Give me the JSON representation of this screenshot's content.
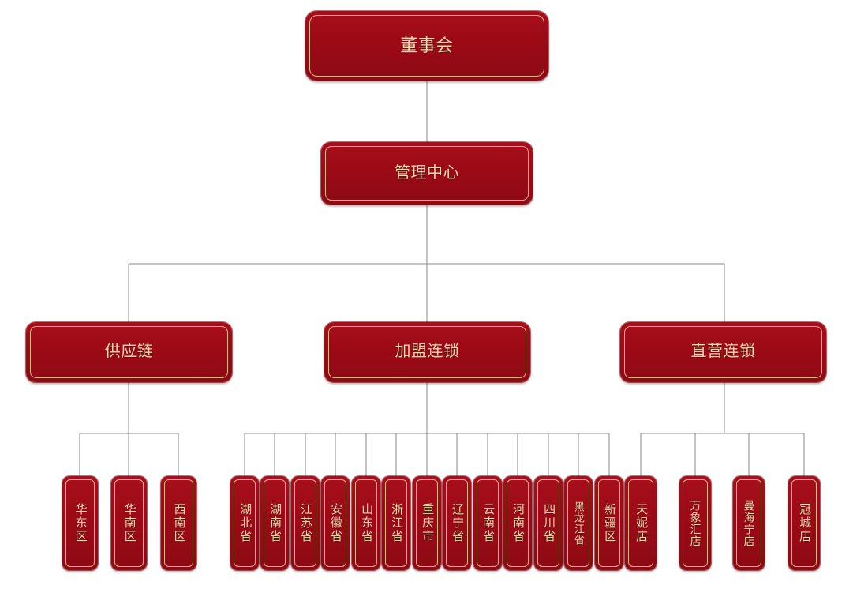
{
  "chart": {
    "type": "org-chart",
    "title": "",
    "orientation": "top-down",
    "palette": {
      "node_fill": "#9c0a16",
      "node_fill_light": "#a60f1b",
      "node_fill_dark": "#8d0a14",
      "inner_border": "#d9b886",
      "text": "#f0d8b0",
      "connector": "#8a8a8a",
      "background": "#ffffff"
    },
    "levels": [
      {
        "level": 1,
        "nodes": [
          {
            "id": "board",
            "label": "董事会"
          }
        ]
      },
      {
        "level": 2,
        "nodes": [
          {
            "id": "mgmt",
            "label": "管理中心",
            "parent": "board"
          }
        ]
      },
      {
        "level": 3,
        "nodes": [
          {
            "id": "supply",
            "label": "供应链",
            "parent": "mgmt"
          },
          {
            "id": "franchise",
            "label": "加盟连锁",
            "parent": "mgmt"
          },
          {
            "id": "direct",
            "label": "直营连锁",
            "parent": "mgmt"
          }
        ]
      },
      {
        "level": 4,
        "groups": [
          {
            "parent": "supply",
            "nodes": [
              {
                "id": "sc-1",
                "label": "华东区"
              },
              {
                "id": "sc-2",
                "label": "华南区"
              },
              {
                "id": "sc-3",
                "label": "西南区"
              }
            ]
          },
          {
            "parent": "franchise",
            "nodes": [
              {
                "id": "fr-1",
                "label": "湖北省"
              },
              {
                "id": "fr-2",
                "label": "湖南省"
              },
              {
                "id": "fr-3",
                "label": "江苏省"
              },
              {
                "id": "fr-4",
                "label": "安徽省"
              },
              {
                "id": "fr-5",
                "label": "山东省"
              },
              {
                "id": "fr-6",
                "label": "浙江省"
              },
              {
                "id": "fr-7",
                "label": "重庆市"
              },
              {
                "id": "fr-8",
                "label": "辽宁省"
              },
              {
                "id": "fr-9",
                "label": "云南省"
              },
              {
                "id": "fr-10",
                "label": "河南省"
              },
              {
                "id": "fr-11",
                "label": "四川省"
              },
              {
                "id": "fr-12",
                "label": "黑龙江省"
              },
              {
                "id": "fr-13",
                "label": "新疆区"
              }
            ]
          },
          {
            "parent": "direct",
            "nodes": [
              {
                "id": "dr-1",
                "label": "天妮店"
              },
              {
                "id": "dr-2",
                "label": "万象汇店"
              },
              {
                "id": "dr-3",
                "label": "曼海宁店"
              },
              {
                "id": "dr-4",
                "label": "冠城店"
              }
            ]
          }
        ]
      }
    ]
  }
}
